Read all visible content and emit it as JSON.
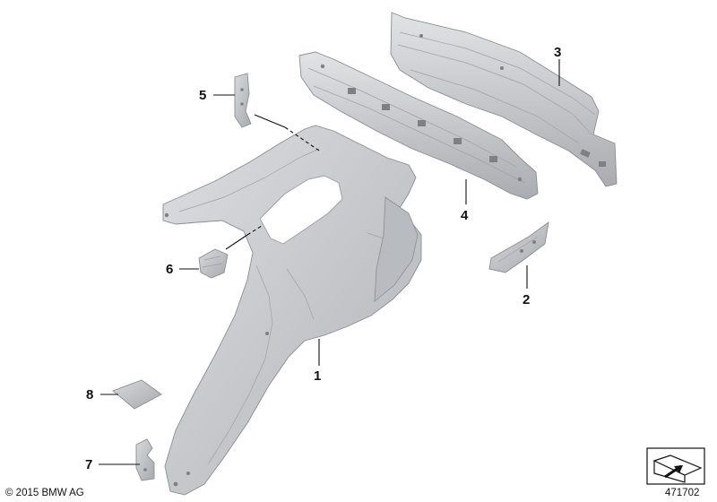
{
  "callouts": [
    {
      "id": "1",
      "label": "1"
    },
    {
      "id": "2",
      "label": "2"
    },
    {
      "id": "3",
      "label": "3"
    },
    {
      "id": "4",
      "label": "4"
    },
    {
      "id": "5",
      "label": "5"
    },
    {
      "id": "6",
      "label": "6"
    },
    {
      "id": "7",
      "label": "7"
    },
    {
      "id": "8",
      "label": "8"
    }
  ],
  "footer": {
    "copyright": "© 2015 BMW AG",
    "diagram_number": "471702"
  },
  "icons": {
    "orientation": "car-orientation-icon"
  },
  "colors": {
    "part_fill": "#c9cbce",
    "part_shadow": "#aeb1b5",
    "part_highlight": "#e4e5e7",
    "line": "#111111"
  }
}
